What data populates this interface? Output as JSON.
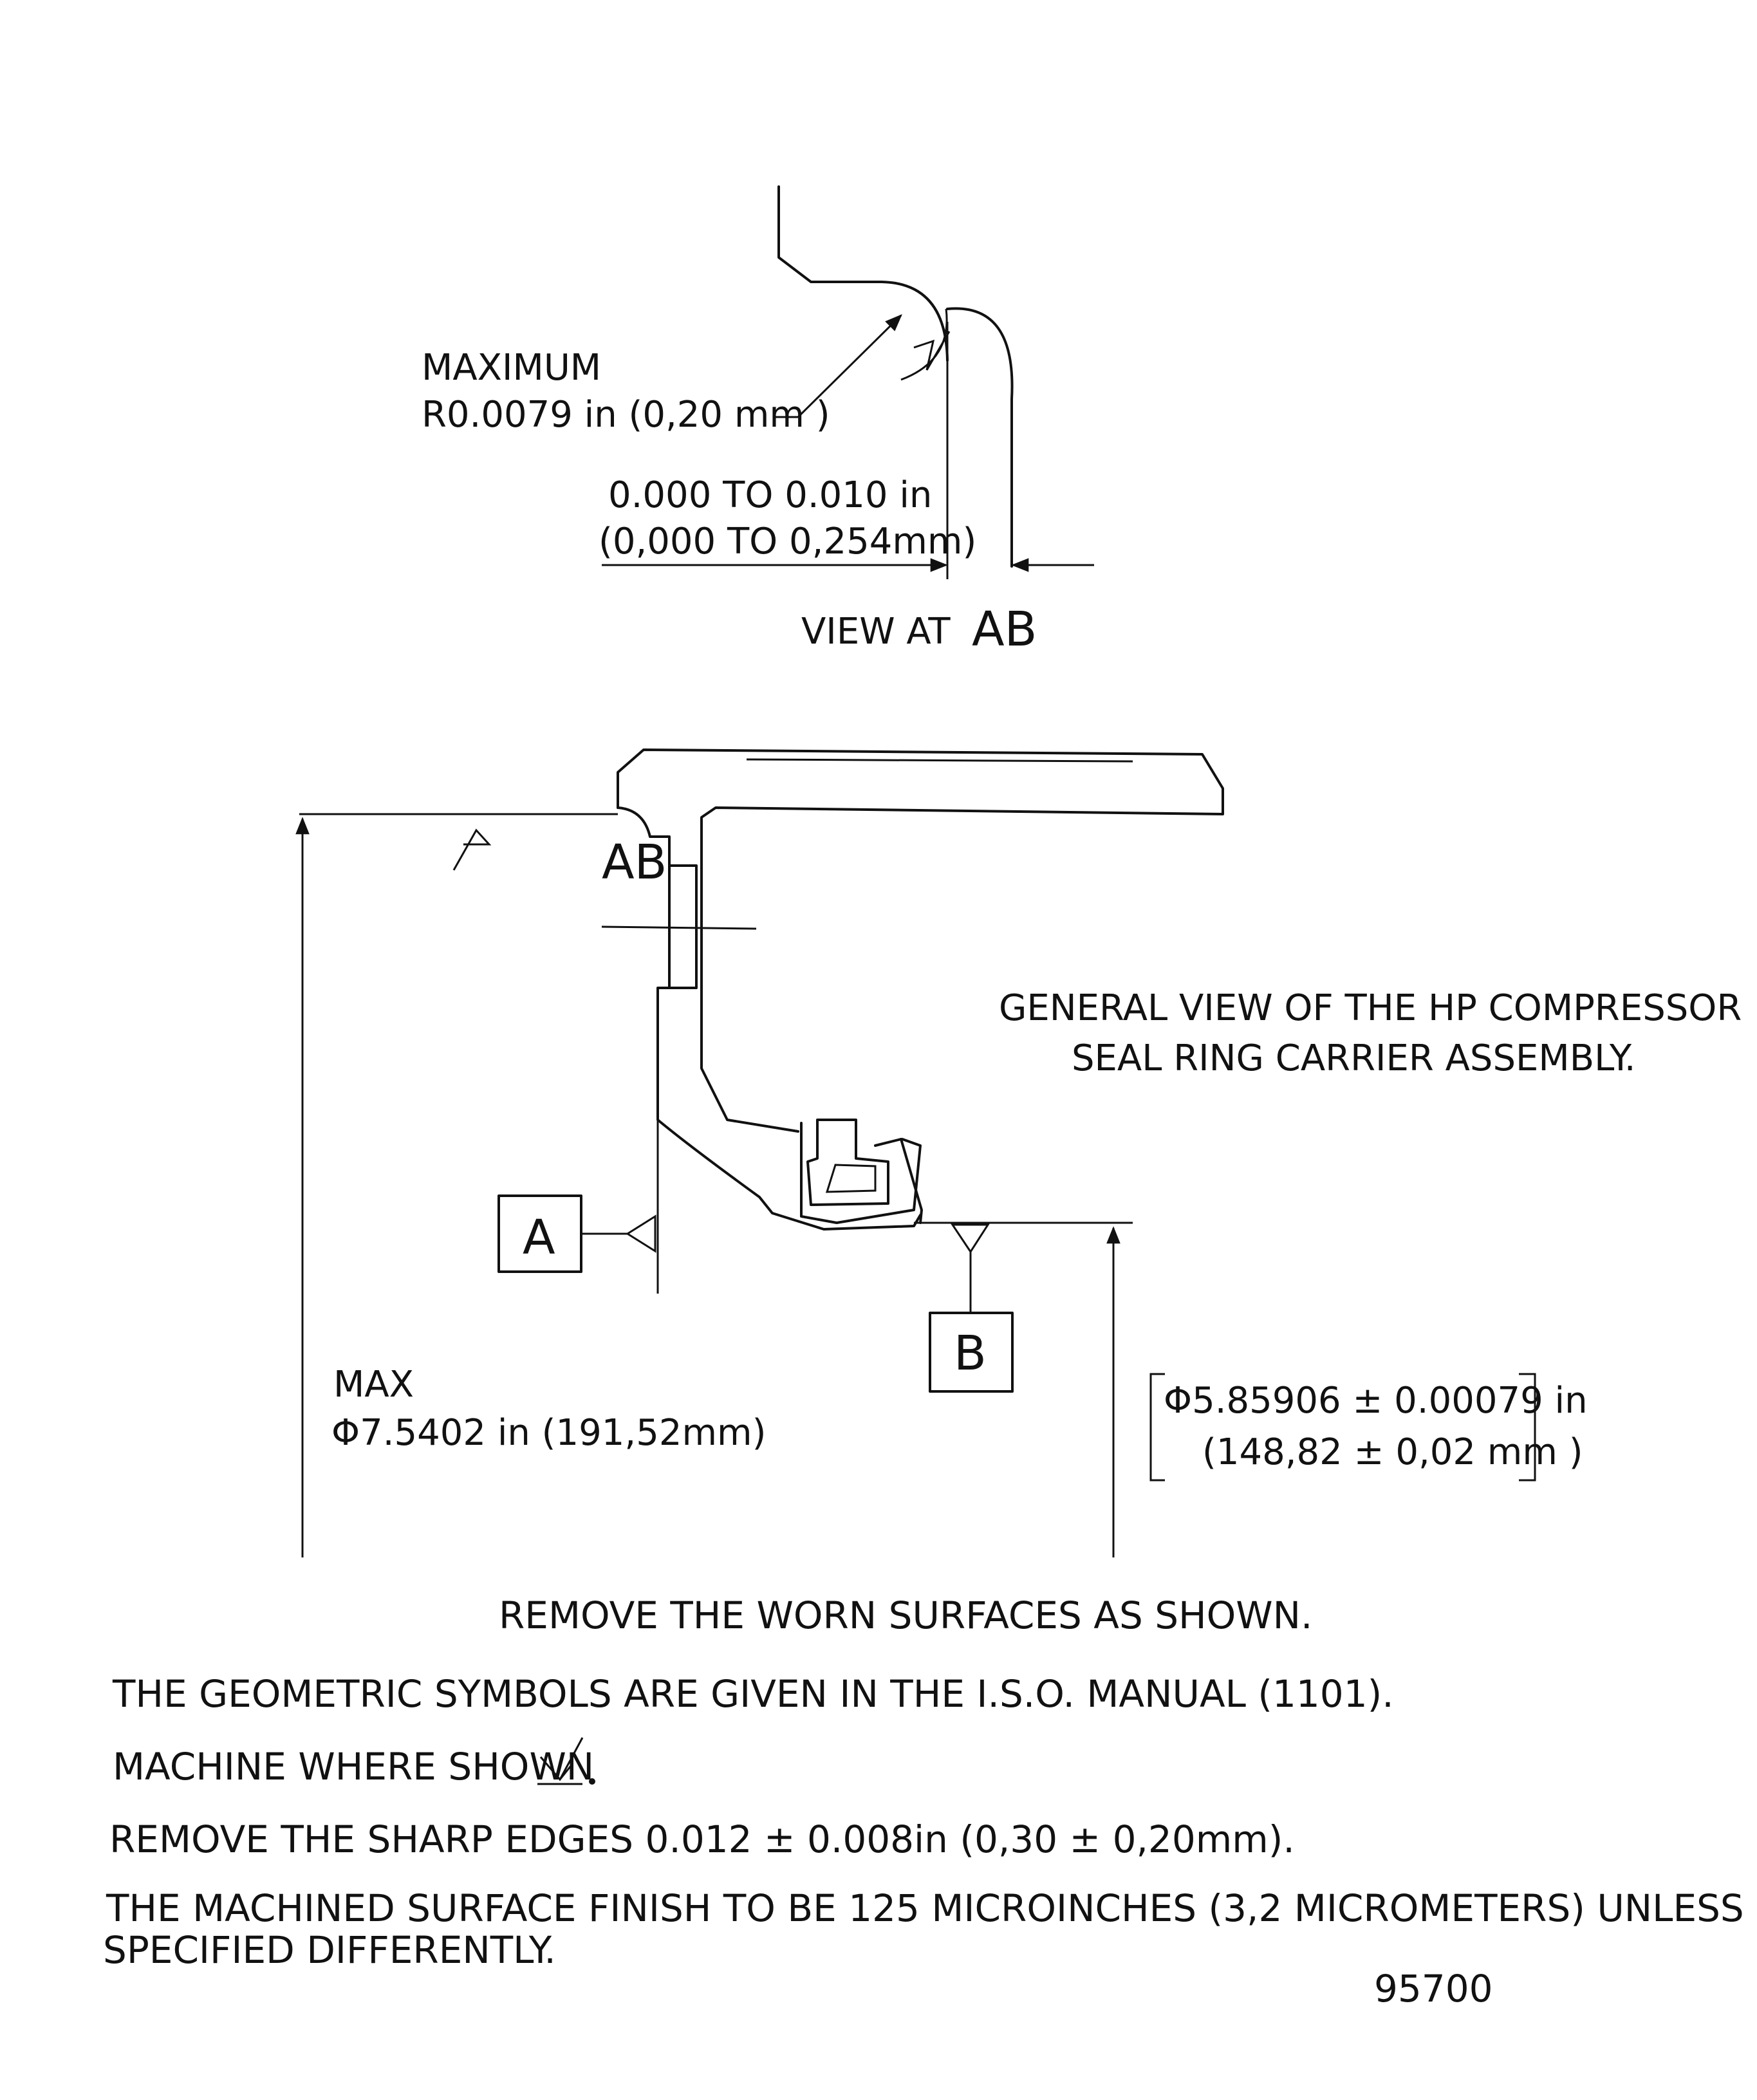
{
  "detail_view": {
    "radius_label_line1": "MAXIMUM",
    "radius_label_line2": "R0.0079 in (0,20  mm )",
    "offset_label_line1": "0.000  TO  0.010 in",
    "offset_label_line2": "(0,000  TO  0,254mm)",
    "caption_prefix": "VIEW  AT",
    "caption_ref": "AB"
  },
  "general_view": {
    "section_ref": "AB",
    "title_line1": "GENERAL  VIEW  OF  THE  HP  COMPRESSOR",
    "title_line2": "SEAL  RING  CARRIER  ASSEMBLY.",
    "datum_a": "A",
    "datum_b": "B",
    "max_dia_line1": "MAX",
    "max_dia_line2": "Φ7.5402 in (191,52mm)",
    "bore_dia_line1": "Φ5.85906  ± 0.00079  in",
    "bore_dia_line2": "(148,82  ± 0,02 mm )"
  },
  "notes": {
    "note1": "REMOVE  THE  WORN  SURFACES  AS  SHOWN.",
    "note2": "THE  GEOMETRIC  SYMBOLS  ARE  GIVEN  IN  THE  I.S.O.  MANUAL  (1101).",
    "note3": "MACHINE  WHERE  SHOWN",
    "note4": "REMOVE  THE  SHARP  EDGES   0.012 ± 0.008in  (0,30 ± 0,20mm).",
    "note5_line1": "THE  MACHINED  SURFACE  FINISH  TO  BE   125  MICROINCHES  (3,2  MICROMETERS)  UNLESS",
    "note5_line2": "SPECIFIED  DIFFERENTLY."
  },
  "figure_number": "95700"
}
